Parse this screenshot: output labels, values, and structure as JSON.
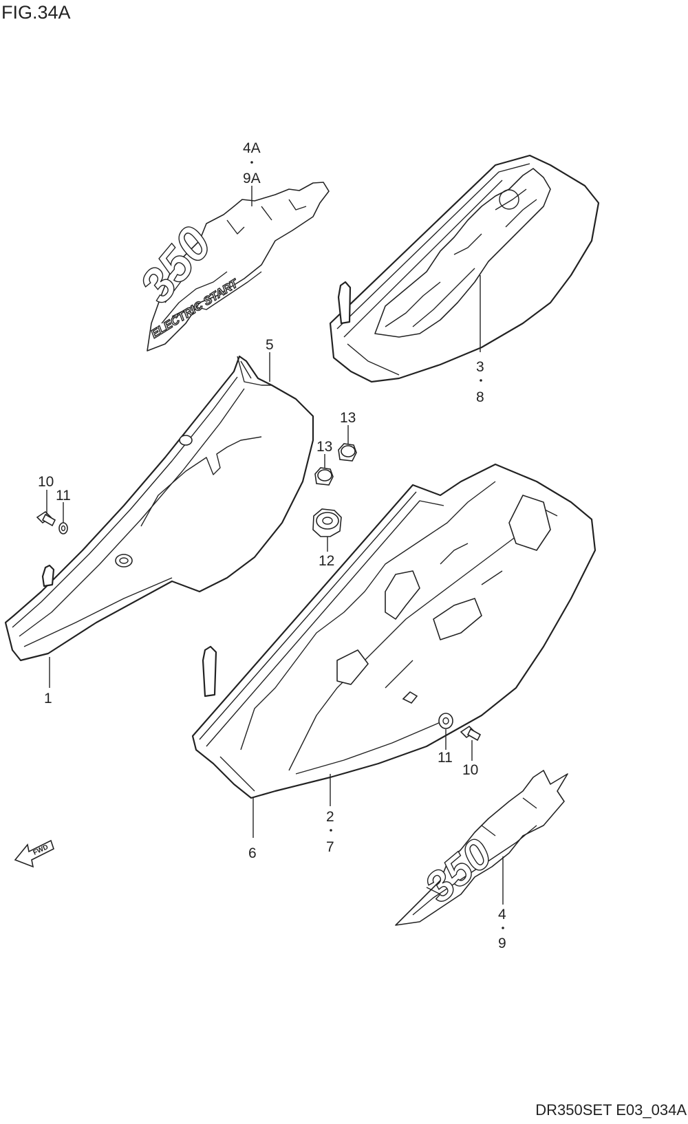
{
  "figure": {
    "title": "FIG.34A",
    "code": "DR350SET E03_034A"
  },
  "fwd_label": "FWD",
  "decal_text": {
    "electric_start": "ELECTRIC START",
    "model_number": "350"
  },
  "callouts": {
    "c4a": "4A",
    "c9a": "9A",
    "c3": "3",
    "c8": "8",
    "c5": "5",
    "c13a": "13",
    "c13b": "13",
    "c10a": "10",
    "c11a": "11",
    "c12": "12",
    "c1": "1",
    "c11b": "11",
    "c10b": "10",
    "c2": "2",
    "c7": "7",
    "c6": "6",
    "c4": "4",
    "c9": "9"
  }
}
